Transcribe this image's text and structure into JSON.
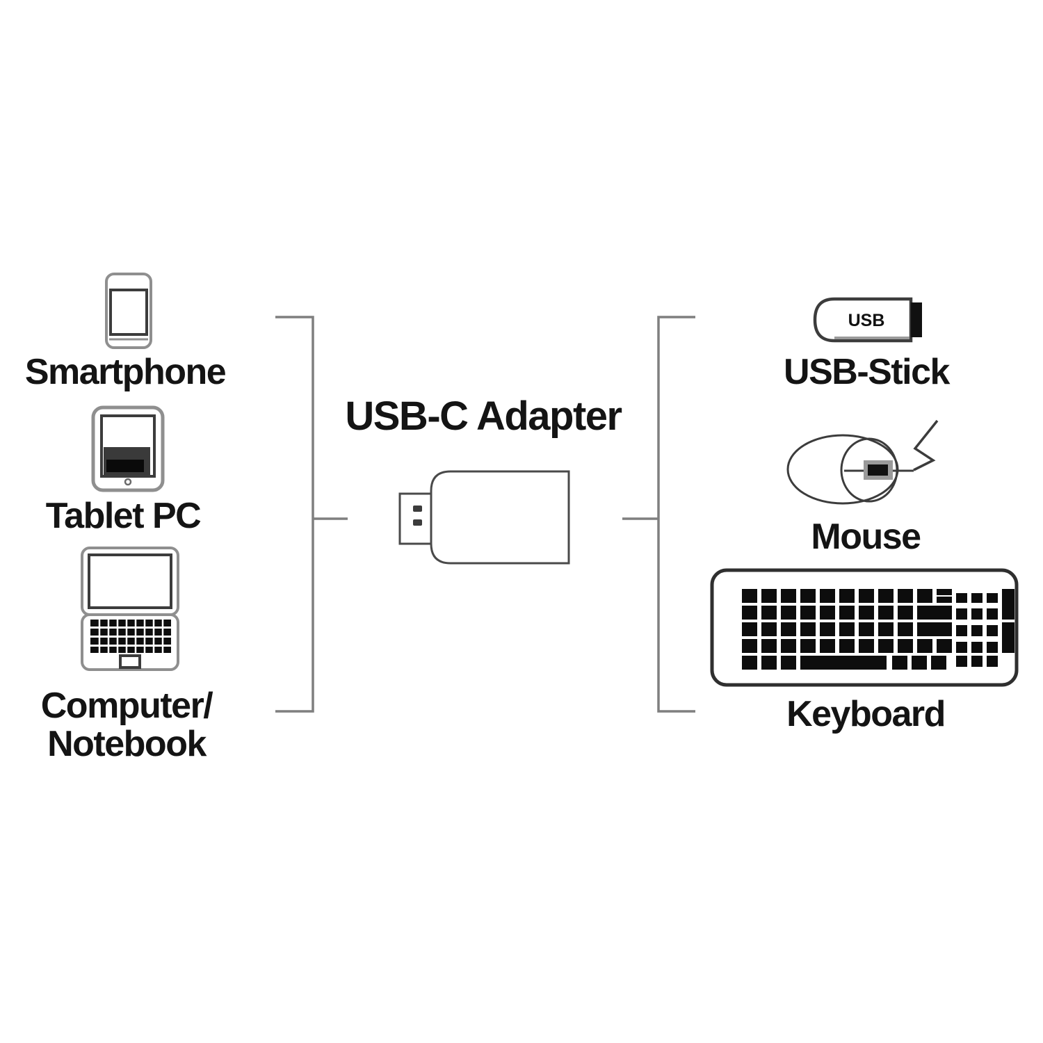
{
  "diagram": {
    "center": {
      "label": "USB-C Adapter"
    },
    "left": {
      "items": [
        {
          "label": "Smartphone",
          "icon": "smartphone-icon"
        },
        {
          "label": "Tablet PC",
          "icon": "tablet-icon"
        },
        {
          "label_line1": "Computer/",
          "label_line2": "Notebook",
          "icon": "laptop-icon"
        }
      ]
    },
    "right": {
      "items": [
        {
          "label": "USB-Stick",
          "icon": "usb-stick-icon",
          "badge": "USB"
        },
        {
          "label": "Mouse",
          "icon": "mouse-icon"
        },
        {
          "label": "Keyboard",
          "icon": "keyboard-icon"
        }
      ]
    },
    "colors": {
      "bracket_line": "#7f7f7f",
      "outline_dark": "#3c3c3c",
      "outline_gray": "#8f8f8f",
      "key_fill": "#0d0d0d",
      "text": "#141414",
      "background": "#ffffff"
    }
  }
}
